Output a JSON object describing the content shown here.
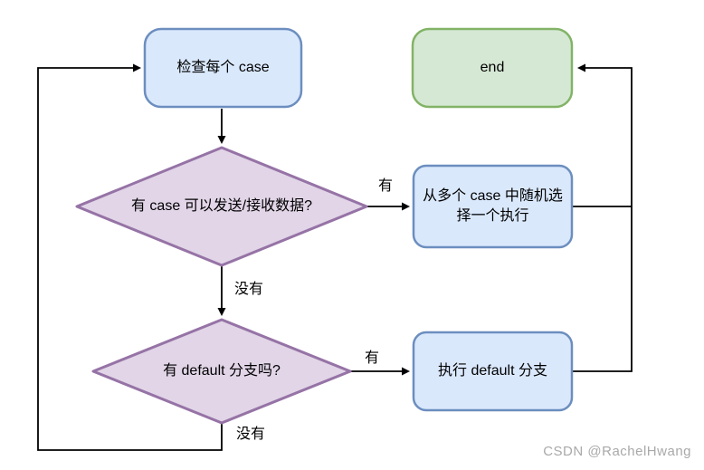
{
  "title": "select statement flowchart",
  "colors": {
    "process_fill": "#dae8fc",
    "process_stroke": "#6c8ebf",
    "end_fill": "#d5e8d4",
    "end_stroke": "#82b366",
    "decision_fill": "#e1d5e7",
    "decision_stroke": "#9673a6",
    "connector": "#000000",
    "text": "#000000",
    "watermark_color": "#a9a9a9"
  },
  "nodes": {
    "start": {
      "label": "检查每个 case",
      "type": "process"
    },
    "end": {
      "label": "end",
      "type": "terminal"
    },
    "decision_send_recv": {
      "label": "有 case 可以发送/接收数据?",
      "type": "decision"
    },
    "random_select": {
      "label": "从多个 case 中随机选择一个执行",
      "type": "process"
    },
    "decision_default": {
      "label": "有 default 分支吗?",
      "type": "decision"
    },
    "exec_default": {
      "label": "执行 default 分支",
      "type": "process"
    }
  },
  "edge_labels": {
    "yes_send_recv": "有",
    "no_send_recv": "没有",
    "yes_default": "有",
    "no_default": "没有"
  },
  "watermark": "CSDN @RachelHwang"
}
